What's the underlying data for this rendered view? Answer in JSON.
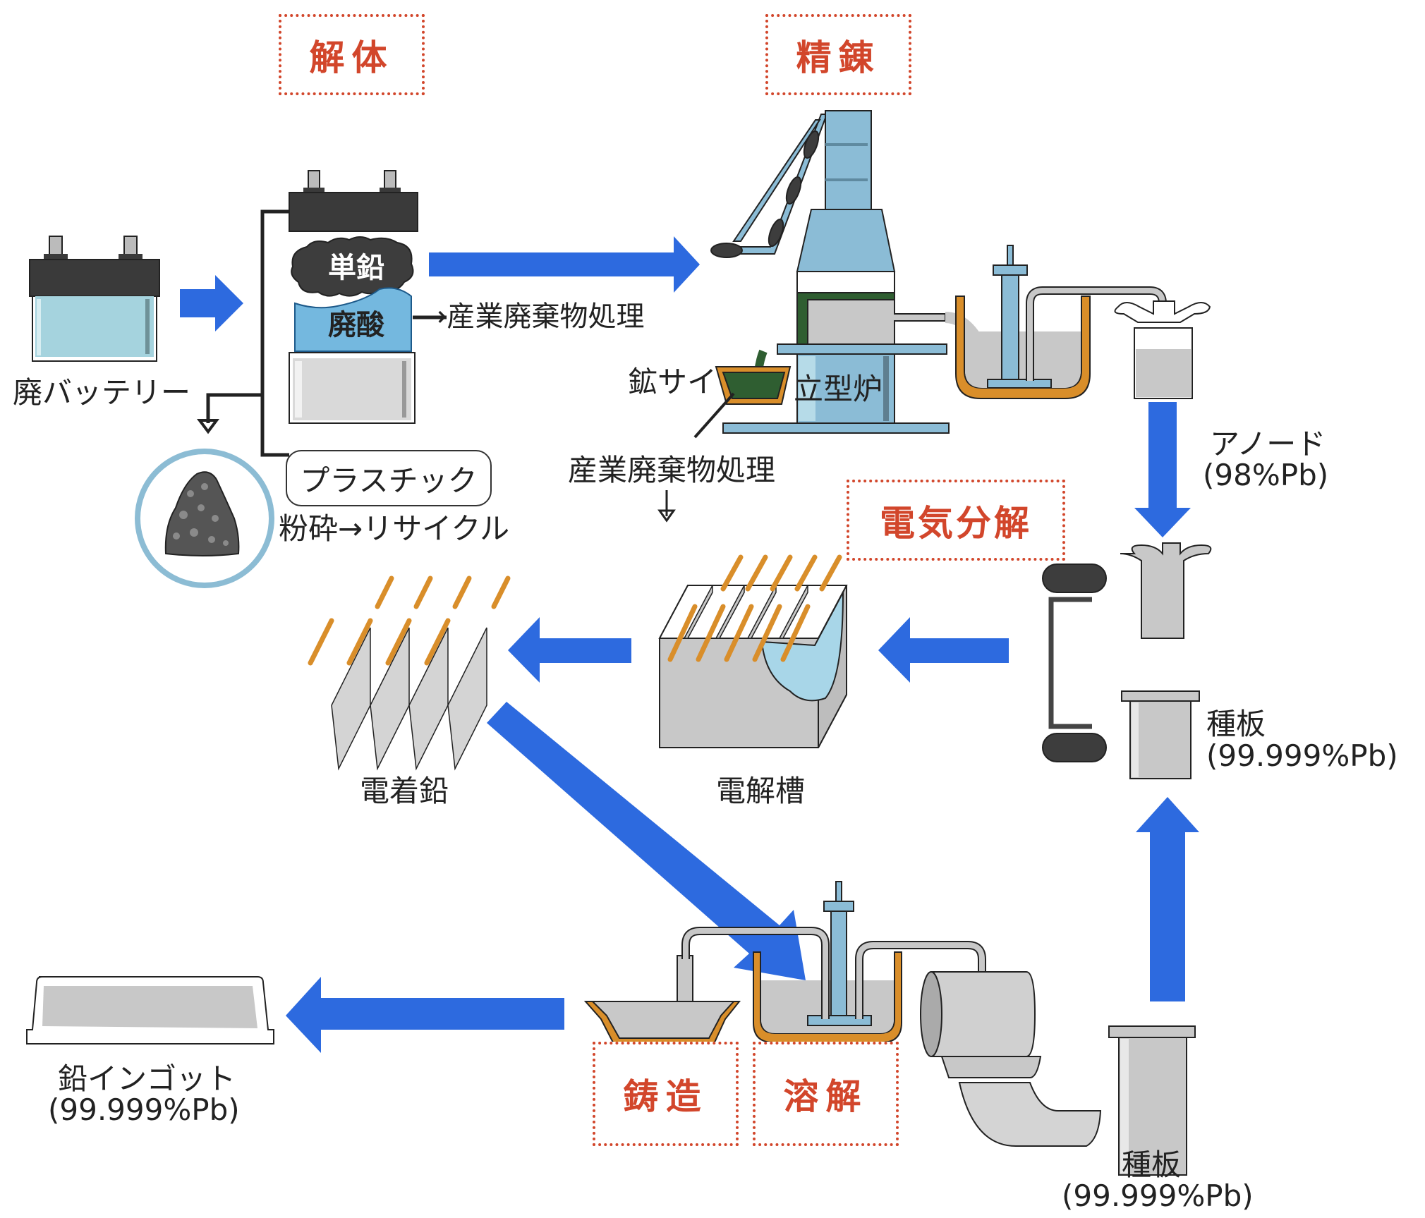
{
  "stages": {
    "dismantle": "解体",
    "refine": "精錬",
    "electrolysis": "電気分解",
    "casting": "鋳造",
    "melting": "溶解"
  },
  "labels": {
    "waste_battery": "廃バッテリー",
    "lead": "単鉛",
    "waste_acid": "廃酸",
    "acid_disposal": "→産業廃棄物処理",
    "plastic": "プラスチック",
    "plastic_recycle": "粉砕→リサイクル",
    "slag": "鉱サイ",
    "slag_disposal": "産業廃棄物処理",
    "furnace": "立型炉",
    "anode": "アノード",
    "anode_purity": "(98%Pb)",
    "seed_plate": "種板",
    "seed_plate_purity": "(99.999%Pb)",
    "electrolytic_cell": "電解槽",
    "electrodeposited_lead": "電着鉛",
    "lead_ingot": "鉛インゴット",
    "lead_ingot_purity": "(99.999%Pb)",
    "seed_plate_bottom": "種板",
    "seed_plate_bottom_purity": "(99.999%Pb)"
  },
  "colors": {
    "stage_text": "#d2462b",
    "flow_arrow": "#2d6adf",
    "equipment_blue": "#8bbcd6",
    "vessel_orange": "#d98e2a",
    "metal_gray": "#c8c8c8",
    "slag_green": "#2f5e31"
  }
}
